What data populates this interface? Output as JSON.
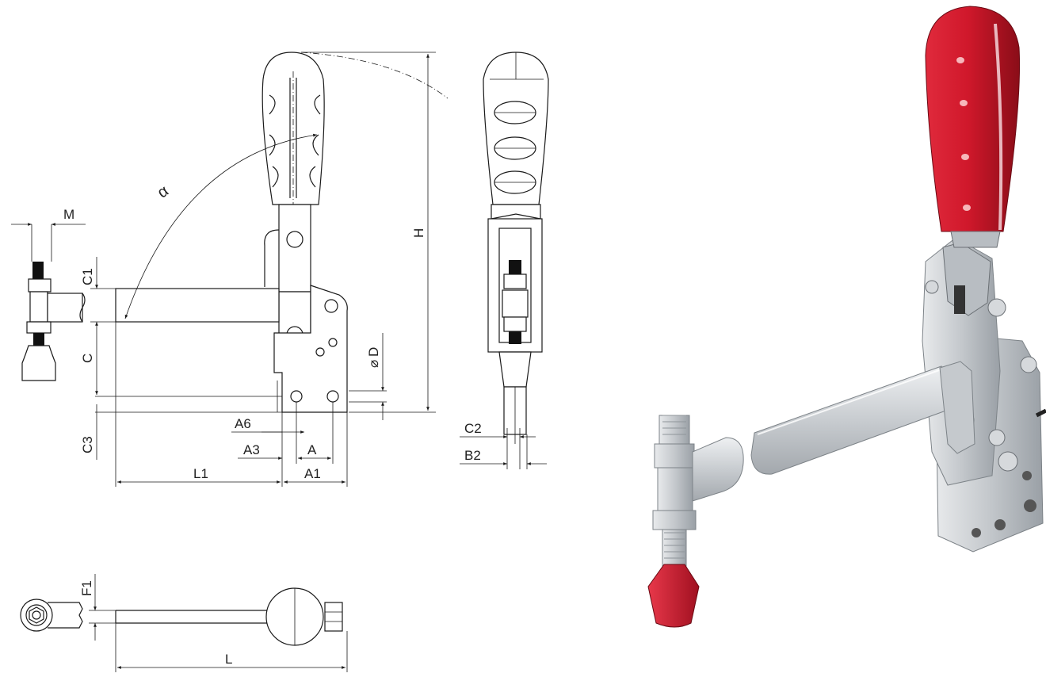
{
  "drawing": {
    "labels": {
      "alpha": "α",
      "M": "M",
      "C1": "C1",
      "C": "C",
      "C3": "C3",
      "H": "H",
      "D": "D",
      "A6": "A6",
      "A3": "A3",
      "A": "A",
      "L1": "L1",
      "A1": "A1",
      "C2": "C2",
      "B2": "B2",
      "F1": "F1",
      "L": "L"
    }
  },
  "colors": {
    "line": "#1a1a1a",
    "handle_red": "#c8152a",
    "steel": "#c9ccd0",
    "background": "#ffffff"
  }
}
